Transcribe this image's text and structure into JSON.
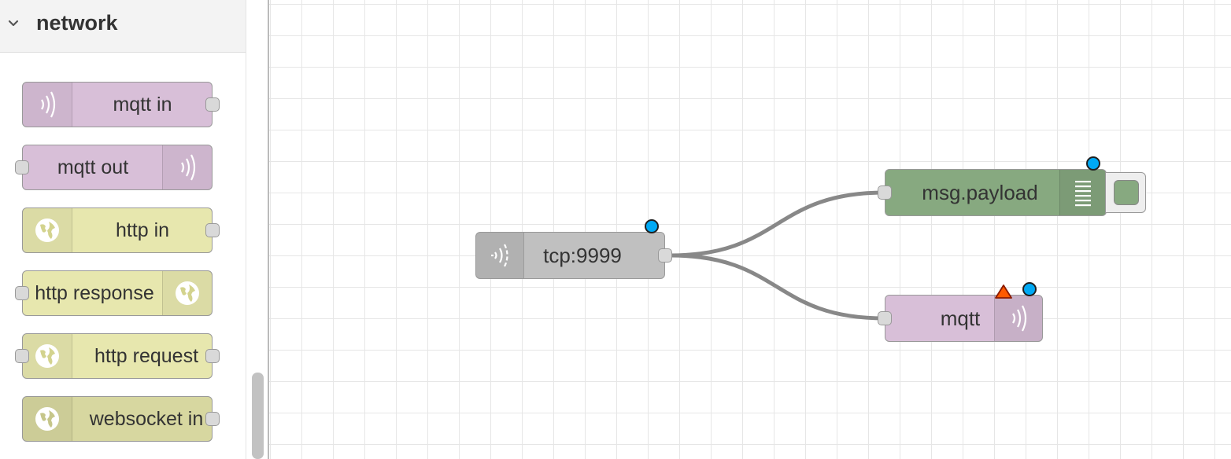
{
  "palette": {
    "category_title": "network",
    "nodes": [
      {
        "label": "mqtt in",
        "color": "#d8bfd8",
        "icon": "mqtt-icon",
        "icon_side": "left"
      },
      {
        "label": "mqtt out",
        "color": "#d8bfd8",
        "icon": "mqtt-icon",
        "icon_side": "right"
      },
      {
        "label": "http in",
        "color": "#e7e7ae",
        "icon": "globe-icon",
        "icon_side": "left"
      },
      {
        "label": "http response",
        "color": "#e7e7ae",
        "icon": "globe-icon",
        "icon_side": "right"
      },
      {
        "label": "http request",
        "color": "#e7e7ae",
        "icon": "globe-icon",
        "icon_side": "left"
      },
      {
        "label": "websocket in",
        "color": "#d7d7a0",
        "icon": "globe-icon",
        "icon_side": "left"
      }
    ]
  },
  "workspace": {
    "nodes": {
      "tcp": {
        "label": "tcp:9999",
        "color": "#c0c0c0",
        "icon": "tcp-icon",
        "status_color": "#00a9f4"
      },
      "debug": {
        "label": "msg.payload",
        "color": "#87a980",
        "icon": "debug-list-icon",
        "status_color": "#00a9f4"
      },
      "mqtt": {
        "label": "mqtt",
        "color": "#d8bfd8",
        "icon": "mqtt-icon",
        "status_color": "#00a9f4",
        "warning_color": "#ff5a00"
      }
    },
    "wire_color": "#888888",
    "grid_color": "#e6e6e6"
  }
}
